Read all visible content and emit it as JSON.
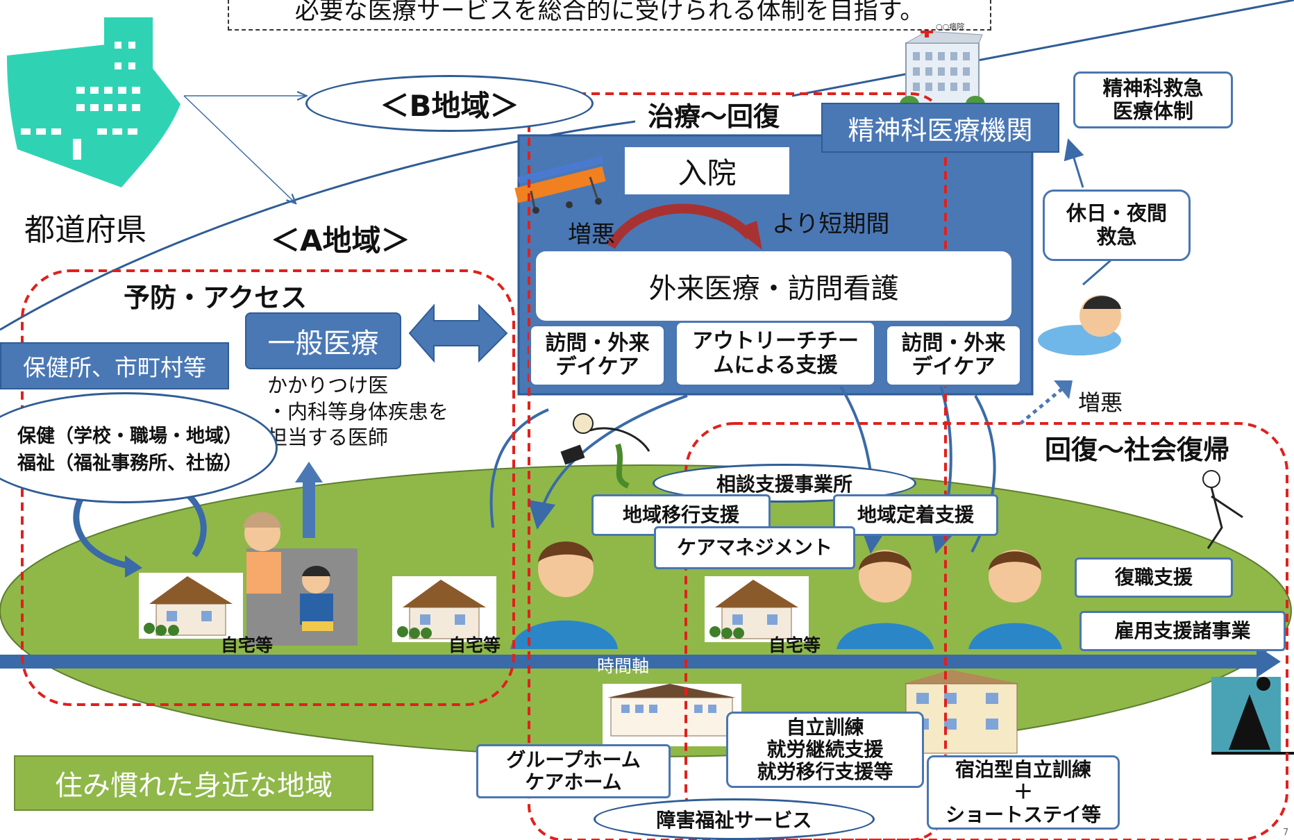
{
  "header": {
    "banner": "必要な医療サービスを総合的に受けられる体制を目指す。"
  },
  "prefecture": {
    "label": "都道府県"
  },
  "regions": {
    "b": "＜B地域＞",
    "a": "＜A地域＞"
  },
  "sections": {
    "prevention": "予防・アクセス",
    "treatment": "治療～回復",
    "social": "回復～社会復帰"
  },
  "institution": {
    "title": "精神科医療機関",
    "sign": "○○病院"
  },
  "inpatient": {
    "label": "入院",
    "worsen": "増悪",
    "shorter": "より短期間"
  },
  "outpatient": {
    "title": "外来医療・訪問看護"
  },
  "services": {
    "visit_left": "訪問・外来\nデイケア",
    "outreach": "アウトリーチチー\nムによる支援",
    "visit_right": "訪問・外来\nデイケア"
  },
  "emergency": {
    "system": "精神科救急\n医療体制",
    "holiday": "休日・夜間\n救急",
    "worsen": "増悪"
  },
  "general": {
    "title": "一般医療",
    "note": "かかりつけ医\n・内科等身体疾患を\n担当する医師"
  },
  "health_office": {
    "label": "保健所、市町村等"
  },
  "welfare": {
    "text": "保健（学校・職場・地域）\n福祉（福祉事務所、社協）"
  },
  "community": {
    "consult": "相談支援事業所",
    "transition": "地域移行支援",
    "settle": "地域定着支援",
    "care_mgmt": "ケアマネジメント",
    "return_work": "復職支援",
    "employment": "雇用支援諸事業"
  },
  "homes": {
    "home1": "自宅等",
    "home2": "自宅等",
    "home3": "自宅等"
  },
  "timeline": {
    "label": "時間軸"
  },
  "welfare_services": {
    "group_home": "グループホーム\nケアホーム",
    "training": "自立訓練\n就労継続支援\n就労移行支援等",
    "stay": "宿泊型自立訓練\n＋\nショートステイ等",
    "label": "障害福祉サービス"
  },
  "local_area": {
    "label": "住み慣れた身近な地域"
  },
  "page_number": "7",
  "colors": {
    "accent_blue": "#4a78b5",
    "red_dash": "#e0201c",
    "green_area": "#8fb849",
    "teal_building": "#2fd3b4",
    "dark_blue_arrow": "#3a6aa8"
  }
}
